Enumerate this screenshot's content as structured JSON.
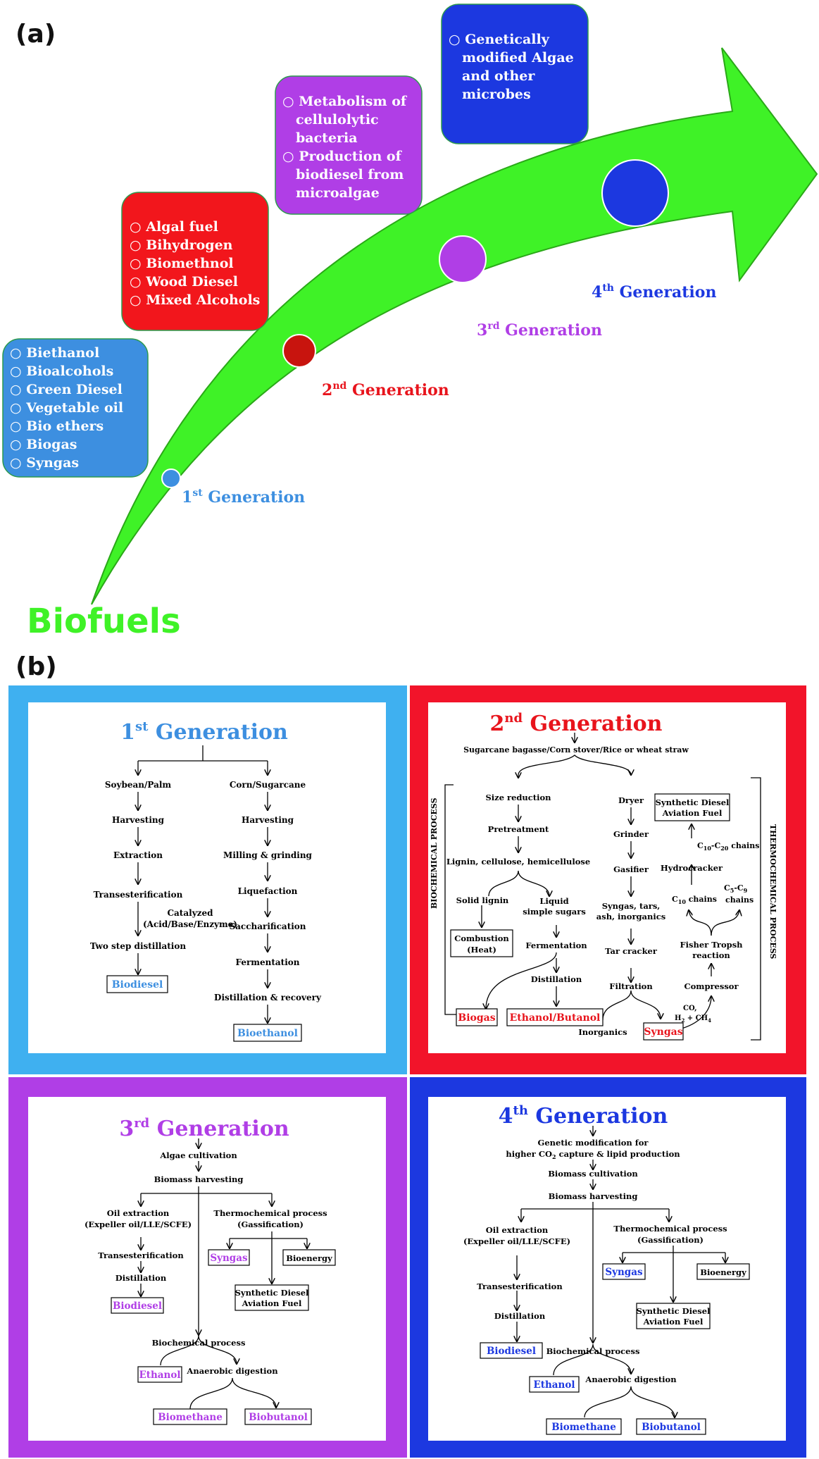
{
  "panel_a": {
    "label": "(a)",
    "title": "Biofuels",
    "gen1": {
      "num": "1",
      "sup": "st",
      "text": " Generation",
      "color": "#3d8fe0",
      "items": [
        "Biethanol",
        "Bioalcohols",
        "Green Diesel",
        "Vegetable oil",
        "Bio ethers",
        "Biogas",
        "Syngas"
      ]
    },
    "gen2": {
      "num": "2",
      "sup": "nd",
      "text": " Generation",
      "color": "#e8141c",
      "items": [
        "Algal fuel",
        "Bihydrogen",
        "Biomethnol",
        "Wood Diesel",
        "Mixed Alcohols"
      ]
    },
    "gen3": {
      "num": "3",
      "sup": "rd",
      "text": " Generation",
      "color": "#b03ee6",
      "items": [
        "Metabolism of",
        "cellulolytic",
        "bacteria",
        "Production of",
        "biodiesel from",
        "microalgae"
      ]
    },
    "gen4": {
      "num": "4",
      "sup": "th",
      "text": " Generation",
      "color": "#1c38e0",
      "items": [
        "Genetically",
        "modified Algae",
        "and other",
        "microbes"
      ]
    }
  },
  "panel_b": {
    "label": "(b)",
    "g1": {
      "title_num": "1",
      "title_sup": "st",
      "title_text": " Generation",
      "left": [
        "Soybean/Palm",
        "Harvesting",
        "Extraction",
        "Transesterification",
        "Two step distillation"
      ],
      "catalyzed": [
        "Catalyzed",
        "(Acid/Base/Enzyme)"
      ],
      "left_product": "Biodiesel",
      "right": [
        "Corn/Sugarcane",
        "Harvesting",
        "Milling & grinding",
        "Liquefaction",
        "Saccharification",
        "Fermentation",
        "Distillation & recovery"
      ],
      "right_product": "Bioethanol"
    },
    "g2": {
      "title_num": "2",
      "title_sup": "nd",
      "title_text": " Generation",
      "source": "Sugarcane bagasse/Corn stover/Rice or wheat straw",
      "biochemical": "BIOCHEMICAL    PROCESS",
      "thermochemical": "THERMOCHEMICAL    PROCESS",
      "bio_steps": [
        "Size reduction",
        "Pretreatment",
        "Lignin, cellulose, hemicellulose"
      ],
      "solid_lignin": "Solid lignin",
      "liquid_sugars": [
        "Liquid",
        "simple sugars"
      ],
      "combustion": [
        "Combustion",
        "(Heat)"
      ],
      "fermentation": "Fermentation",
      "distillation": "Distillation",
      "biogas": "Biogas",
      "ethanol_butanol": "Ethanol/Butanol",
      "thermo_steps": [
        "Dryer",
        "Grinder",
        "Gasifier"
      ],
      "syngas_tars": [
        "Syngas, tars,",
        "ash, inorganics"
      ],
      "tar_cracker": "Tar cracker",
      "filtration": "Filtration",
      "inorganics": "Inorganics",
      "syngas": "Syngas",
      "co": "CO,",
      "h2": "H",
      "h2_sub": "2",
      "ch4": " + CH",
      "ch4_sub": "4",
      "compressor": "Compressor",
      "fisher": [
        "Fisher Tropsh",
        "reaction"
      ],
      "c10_chains": "C",
      "c10_sub": "10",
      "c10_text": " chains",
      "c5c9": "C",
      "c5_sub": "5",
      "c5_dash": "-C",
      "c9_sub": "9",
      "chains2": "chains",
      "hydrocracker": "Hydrocracker",
      "c10c20": "C",
      "c10b_sub": "10",
      "c10c20_dash": "-C",
      "c20_sub": "20",
      "c10c20_text": " chains",
      "synthetic": [
        "Synthetic Diesel",
        "Aviation Fuel"
      ]
    },
    "g3": {
      "title_num": "3",
      "title_sup": "rd",
      "title_text": " Generation",
      "steps": [
        "Algae cultivation",
        "Biomass harvesting"
      ],
      "oil": [
        "Oil extraction",
        "(Expeller oil/LLE/SCFE)"
      ],
      "trans": "Transesterification",
      "dist": "Distillation",
      "biodiesel": "Biodiesel",
      "thermo": [
        "Thermochemical process",
        "(Gassification)"
      ],
      "syngas": "Syngas",
      "bioenergy": "Bioenergy",
      "synthetic": [
        "Synthetic Diesel",
        "Aviation Fuel"
      ],
      "biochemical": "Biochemical process",
      "ethanol": "Ethanol",
      "anaerobic": "Anaerobic digestion",
      "biomethane": "Biomethane",
      "biobutanol": "Biobutanol"
    },
    "g4": {
      "title_num": "4",
      "title_sup": "th",
      "title_text": " Generation",
      "genetic1": "Genetic modification for",
      "genetic2a": "higher CO",
      "genetic2sub": "2",
      "genetic2b": " capture & lipid production",
      "steps": [
        "Biomass cultivation",
        "Biomass harvesting"
      ],
      "oil": [
        "Oil extraction",
        "(Expeller oil/LLE/SCFE)"
      ],
      "trans": "Transesterification",
      "dist": "Distillation",
      "biodiesel": "Biodiesel",
      "thermo": [
        "Thermochemical process",
        "(Gassification)"
      ],
      "syngas": "Syngas",
      "bioenergy": "Bioenergy",
      "synthetic": [
        "Synthetic Diesel",
        "Aviation Fuel"
      ],
      "biochemical": "Biochemical process",
      "ethanol": "Ethanol",
      "anaerobic": "Anaerobic digestion",
      "biomethane": "Biomethane",
      "biobutanol": "Biobutanol"
    }
  },
  "colors": {
    "arrow": "#3ff227",
    "g1": "#3d8fe0",
    "g1_frame": "#3fb0f0",
    "g2": "#e8141c",
    "g3": "#b03ee6",
    "g4": "#1c38e0",
    "dot2": "#c8140e"
  }
}
